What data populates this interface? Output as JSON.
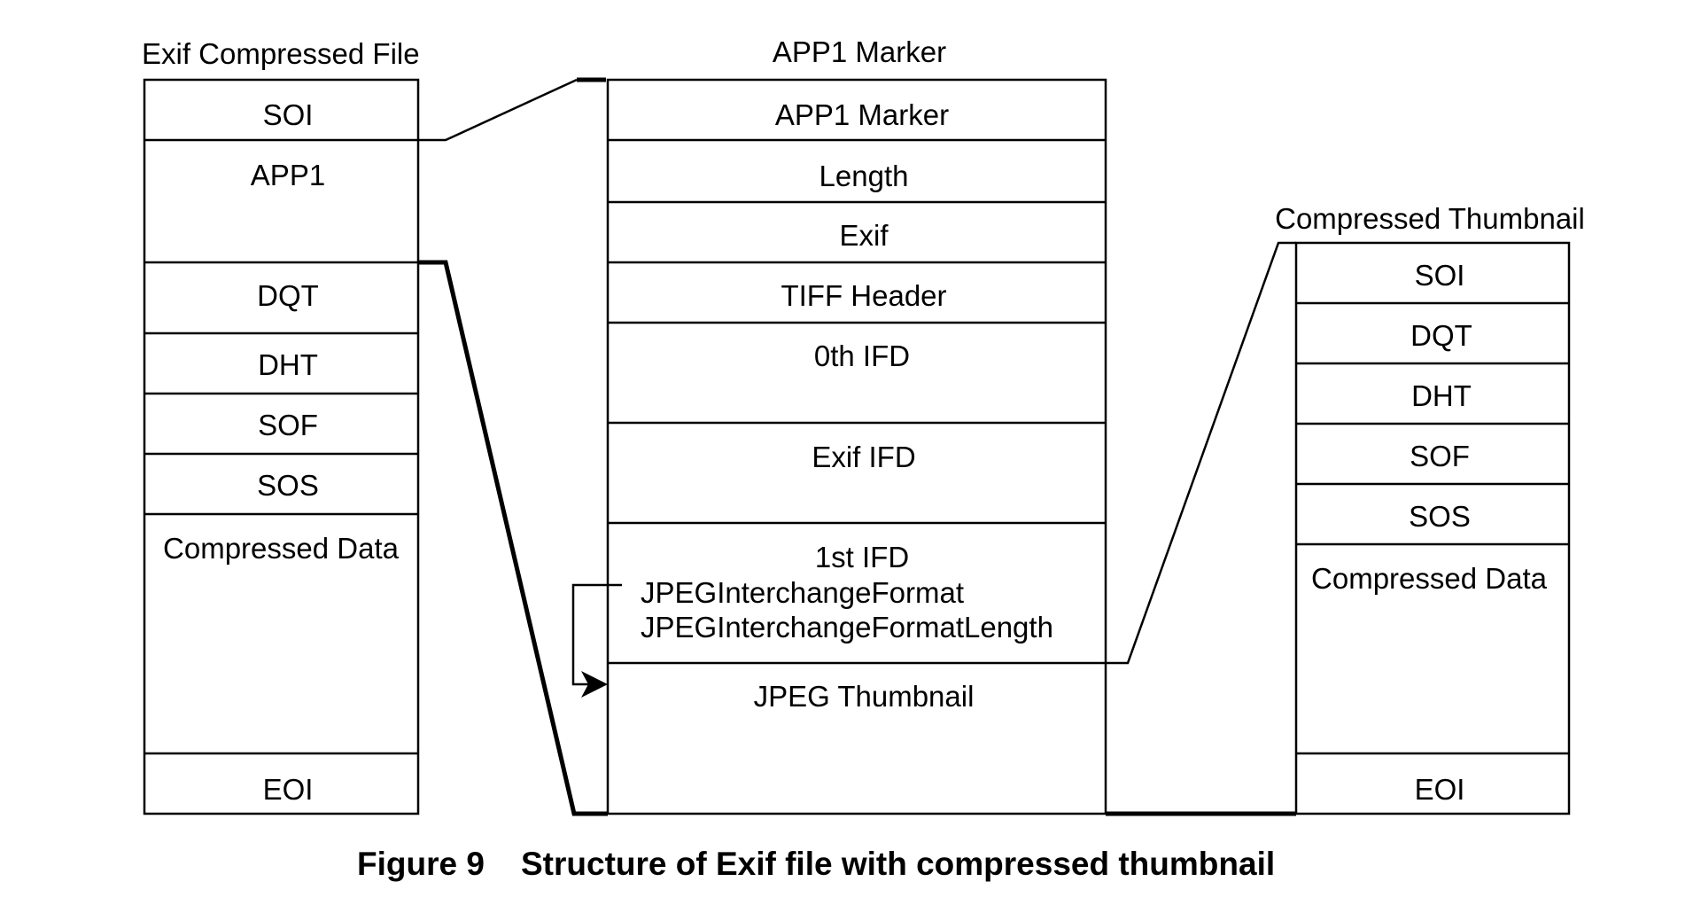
{
  "titles": {
    "left": "Exif  Compressed File",
    "middle": "APP1 Marker",
    "right": "Compressed Thumbnail"
  },
  "left_column": [
    "SOI",
    "APP1",
    "DQT",
    "DHT",
    "SOF",
    "SOS",
    "Compressed Data",
    "EOI"
  ],
  "middle_column": [
    "APP1 Marker",
    "Length",
    "Exif",
    "TIFF Header",
    "0th IFD",
    "Exif IFD",
    "1st IFD",
    "JPEG Thumbnail"
  ],
  "middle_ifd1_fields": [
    "JPEGInterchangeFormat",
    "JPEGInterchangeFormatLength"
  ],
  "right_column": [
    "SOI",
    "DQT",
    "DHT",
    "SOF",
    "SOS",
    "Compressed Data",
    "EOI"
  ],
  "caption": {
    "figure": "Figure 9",
    "text": "Structure of Exif file with compressed thumbnail"
  }
}
